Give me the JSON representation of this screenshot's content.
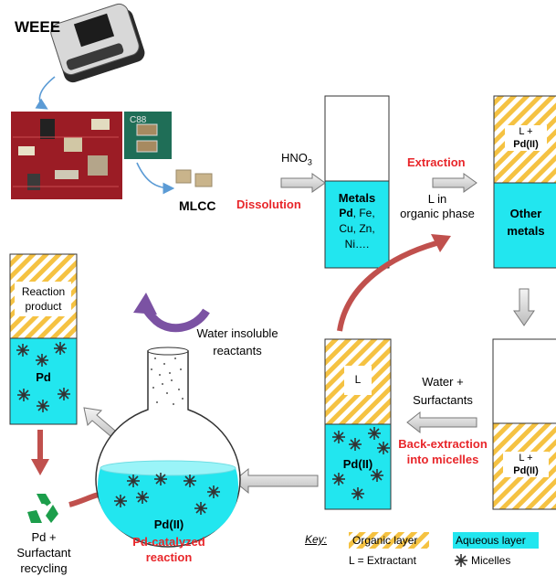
{
  "labels": {
    "weee": "WEEE",
    "mlcc": "MLCC",
    "hno3_main": "HNO",
    "hno3_sub": "3",
    "dissolution": "Dissolution",
    "extraction": "Extraction",
    "l_in": "L in",
    "organic_phase": "organic phase",
    "water_surfactants_1": "Water +",
    "water_surfactants_2": "Surfactants",
    "back_extraction_1": "Back-extraction",
    "back_extraction_2": "into micelles",
    "water_insoluble_1": "Water insoluble",
    "water_insoluble_2": "reactants",
    "pd_catalyzed_1": "Pd-catalyzed",
    "pd_catalyzed_2": "reaction",
    "pd_recycling_1": "Pd +",
    "pd_recycling_2": "Surfactant",
    "pd_recycling_3": "recycling"
  },
  "tubes": {
    "metals": {
      "title": "Metals",
      "pd": "Pd",
      "line1_rest": ", Fe,",
      "line2": "Cu, Zn,",
      "line3": "Ni…."
    },
    "other": {
      "top1": "L +",
      "top2": "Pd(II)",
      "bottom1": "Other",
      "bottom2": "metals"
    },
    "lower_right": {
      "line1": "L +",
      "line2": "Pd(II)"
    },
    "back": {
      "top": "L",
      "bottom": "Pd(II)"
    },
    "product": {
      "top1": "Reaction",
      "top2": "product",
      "bottom": "Pd"
    }
  },
  "flask": {
    "label": "Pd(II)"
  },
  "key": {
    "title": "Key:",
    "organic": "Organic layer",
    "aqueous": "Aqueous layer",
    "extractant": "L = Extractant",
    "micelles": "Micelles"
  },
  "colors": {
    "aqueous": "#22e6ef",
    "organic_stripe": "#f5c242",
    "red_text": "#e8262a",
    "arrow_red": "#c0504d",
    "arrow_blue": "#5b9bd5",
    "curved_purple": "#7b52a3"
  }
}
